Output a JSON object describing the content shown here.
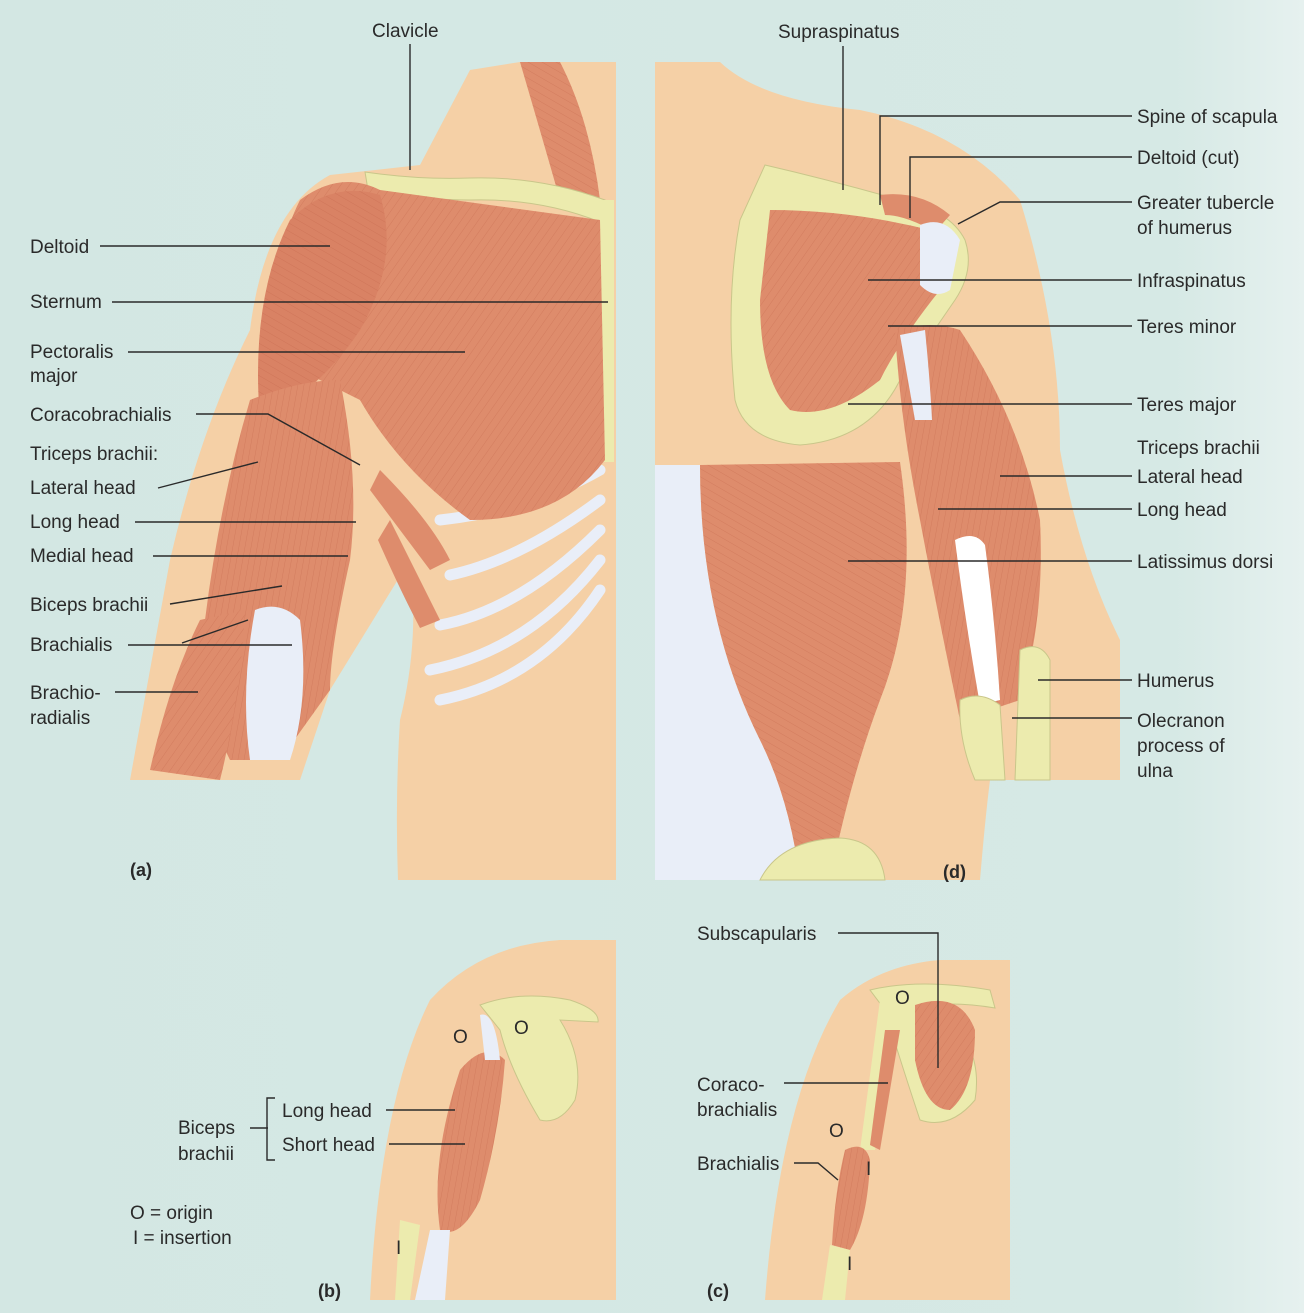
{
  "colors": {
    "background": "#d4e8e4",
    "skin": "#f5d0a6",
    "muscle": "#de8c6c",
    "muscle_shade": "#c86a4e",
    "bone": "#ecebae",
    "tendon": "#e9eef8",
    "leader": "#2a2a2a"
  },
  "panel_a": {
    "panel_label": "(a)",
    "labels": {
      "clavicle": "Clavicle",
      "deltoid": "Deltoid",
      "sternum": "Sternum",
      "pectoralis_1": "Pectoralis",
      "pectoralis_2": "major",
      "coracobrachialis": "Coracobrachialis",
      "triceps": "Triceps brachii:",
      "lateral_head": "Lateral head",
      "long_head": "Long head",
      "medial_head": "Medial head",
      "biceps": "Biceps brachii",
      "brachialis": "Brachialis",
      "brachioradialis_1": "Brachio-",
      "brachioradialis_2": "radialis"
    }
  },
  "panel_d": {
    "panel_label": "(d)",
    "labels": {
      "supraspinatus": "Supraspinatus",
      "spine_scapula": "Spine of scapula",
      "deltoid_cut": "Deltoid (cut)",
      "greater_tubercle_1": "Greater tubercle",
      "greater_tubercle_2": "of humerus",
      "infraspinatus": "Infraspinatus",
      "teres_minor": "Teres minor",
      "teres_major": "Teres major",
      "triceps": "Triceps brachii",
      "lateral_head": "Lateral head",
      "long_head": "Long head",
      "latissimus": "Latissimus dorsi",
      "humerus": "Humerus",
      "olecranon_1": "Olecranon",
      "olecranon_2": "process of",
      "olecranon_3": "ulna"
    }
  },
  "panel_b": {
    "panel_label": "(b)",
    "labels": {
      "biceps_1": "Biceps",
      "biceps_2": "brachii",
      "long_head": "Long head",
      "short_head": "Short head",
      "origin_mark": "O",
      "insertion_mark": "I"
    },
    "legend": {
      "origin": "O = origin",
      "insertion": "I  = insertion"
    }
  },
  "panel_c": {
    "panel_label": "(c)",
    "labels": {
      "subscapularis": "Subscapularis",
      "coracobrachialis_1": "Coraco-",
      "coracobrachialis_2": "brachialis",
      "brachialis": "Brachialis",
      "origin_mark": "O",
      "insertion_mark": "I"
    }
  }
}
